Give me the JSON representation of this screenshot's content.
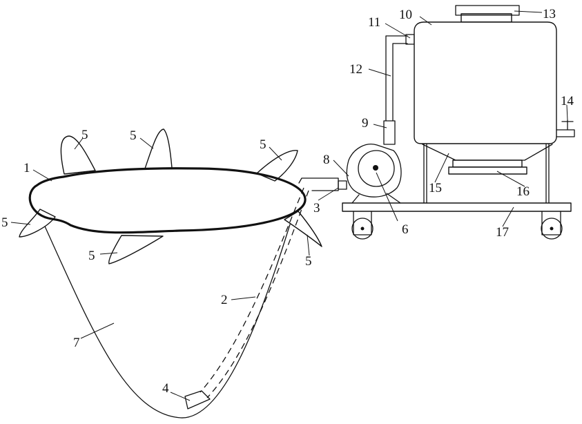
{
  "labels": {
    "l1": "1",
    "l2": "2",
    "l3": "3",
    "l4": "4",
    "l5a": "5",
    "l5b": "5",
    "l5c": "5",
    "l5d": "5",
    "l5e": "5",
    "l5f": "5",
    "l6": "6",
    "l7": "7",
    "l8": "8",
    "l9": "9",
    "l10": "10",
    "l11": "11",
    "l12": "12",
    "l13": "13",
    "l14": "14",
    "l15": "15",
    "l16": "16",
    "l17": "17"
  }
}
